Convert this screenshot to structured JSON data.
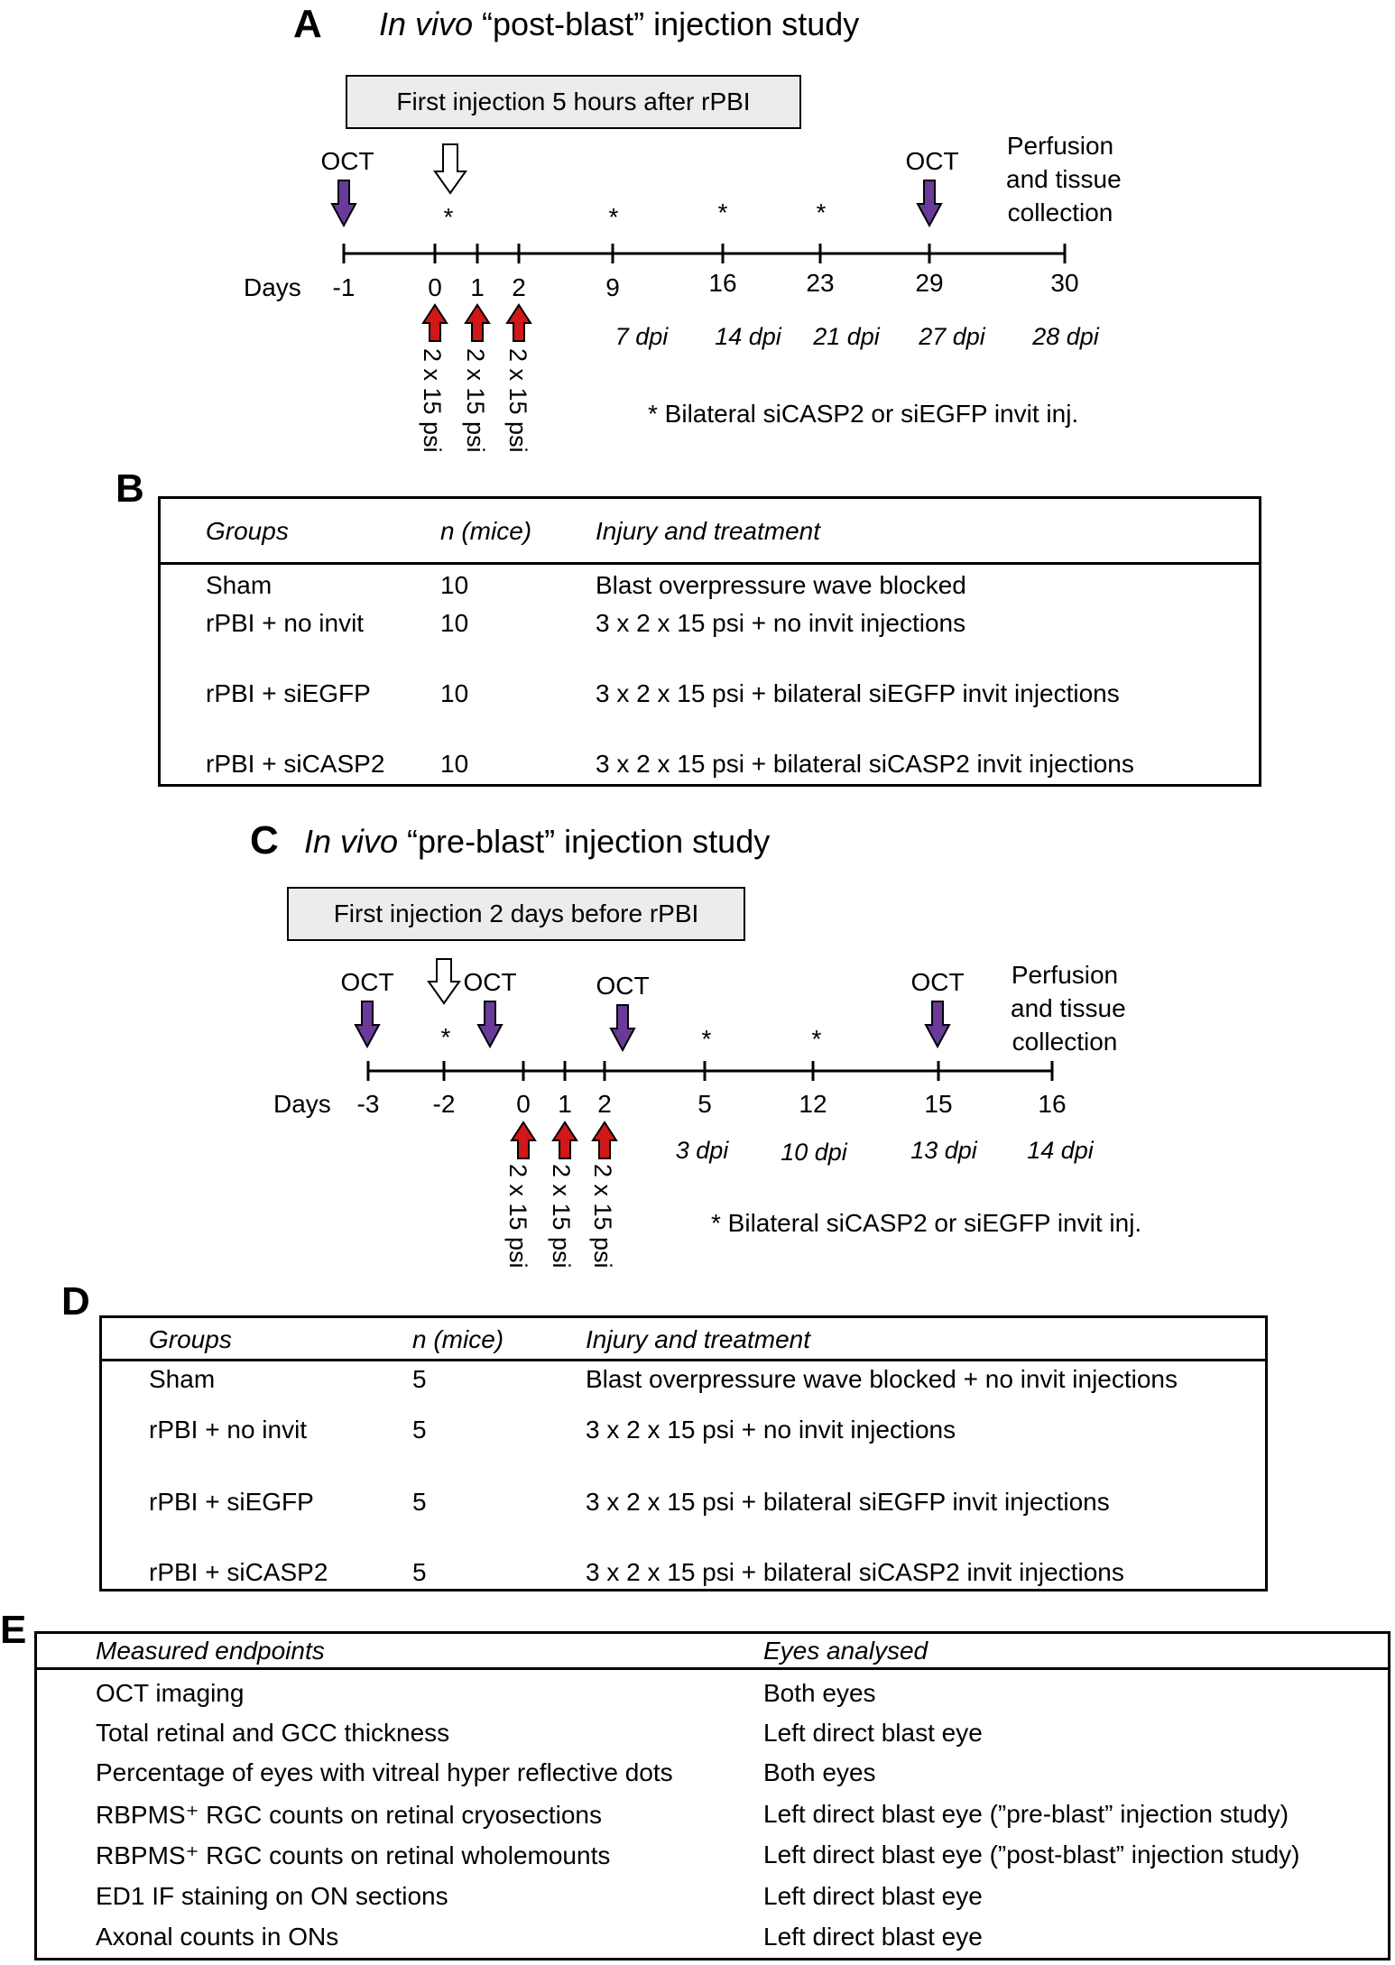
{
  "panels": {
    "A": {
      "letter": "A",
      "title_italic": "In vivo",
      "title_rest": " “post-blast” injection study",
      "callout": "First injection 5 hours after rPBI",
      "days_label": "Days",
      "days": [
        "-1",
        "0",
        "1",
        "2",
        "9",
        "16",
        "23",
        "29",
        "30"
      ],
      "dpi": [
        "7 dpi",
        "14 dpi",
        "21 dpi",
        "27 dpi",
        "28 dpi"
      ],
      "oct_labels": [
        "OCT",
        "OCT"
      ],
      "star": "*",
      "psi": [
        "2 x 15 psi",
        "2 x 15 psi",
        "2 x 15 psi"
      ],
      "perfusion": [
        "Perfusion",
        "and tissue",
        "collection"
      ],
      "footnote": "* Bilateral siCASP2 or siEGFP invit inj."
    },
    "B": {
      "letter": "B",
      "headers": [
        "Groups",
        "n (mice)",
        "Injury and treatment"
      ],
      "rows": [
        [
          "Sham",
          "10",
          "Blast overpressure wave blocked"
        ],
        [
          "rPBI + no invit",
          "10",
          "3 x 2 x 15 psi + no invit injections"
        ],
        [
          "rPBI + siEGFP",
          "10",
          "3 x 2 x 15 psi + bilateral siEGFP invit injections"
        ],
        [
          "rPBI + siCASP2",
          "10",
          "3 x 2 x 15 psi + bilateral siCASP2 invit injections"
        ]
      ]
    },
    "C": {
      "letter": "C",
      "title_italic": "In vivo",
      "title_rest": " “pre-blast” injection study",
      "callout": "First injection 2 days before rPBI",
      "days_label": "Days",
      "days": [
        "-3",
        "-2",
        "0",
        "1",
        "2",
        "5",
        "12",
        "15",
        "16"
      ],
      "dpi": [
        "3 dpi",
        "10 dpi",
        "13 dpi",
        "14 dpi"
      ],
      "oct_labels": [
        "OCT",
        "OCT",
        "OCT",
        "OCT"
      ],
      "star": "*",
      "psi": [
        "2 x 15 psi",
        "2 x 15 psi",
        "2 x 15 psi"
      ],
      "perfusion": [
        "Perfusion",
        "and tissue",
        "collection"
      ],
      "footnote": "* Bilateral siCASP2 or siEGFP invit inj."
    },
    "D": {
      "letter": "D",
      "headers": [
        "Groups",
        "n (mice)",
        "Injury and treatment"
      ],
      "rows": [
        [
          "Sham",
          "5",
          "Blast overpressure wave blocked + no invit injections"
        ],
        [
          "rPBI + no invit",
          "5",
          "3 x 2 x 15 psi + no invit injections"
        ],
        [
          "rPBI + siEGFP",
          "5",
          "3 x 2 x 15 psi + bilateral siEGFP invit injections"
        ],
        [
          "rPBI + siCASP2",
          "5",
          "3 x 2 x 15 psi + bilateral siCASP2 invit injections"
        ]
      ]
    },
    "E": {
      "letter": "E",
      "headers": [
        "Measured endpoints",
        "Eyes analysed"
      ],
      "rows": [
        [
          "OCT imaging",
          "Both eyes"
        ],
        [
          "Total retinal and GCC thickness",
          "Left direct blast eye"
        ],
        [
          "Percentage of eyes with vitreal hyper reflective dots",
          "Both eyes"
        ],
        [
          "RBPMS⁺ RGC counts on retinal cryosections",
          "Left direct blast eye (”pre-blast” injection study)"
        ],
        [
          "RBPMS⁺ RGC counts on retinal wholemounts",
          "Left direct blast eye (”post-blast” injection study)"
        ],
        [
          "ED1 IF staining on ON sections",
          "Left direct blast eye"
        ],
        [
          "Axonal counts in ONs",
          "Left direct blast eye"
        ]
      ]
    }
  },
  "colors": {
    "oct_arrow": "#6a3a9a",
    "blast_arrow": "#d01818",
    "injection_arrow": "#ffffff",
    "callout_bg": "#ececec"
  }
}
